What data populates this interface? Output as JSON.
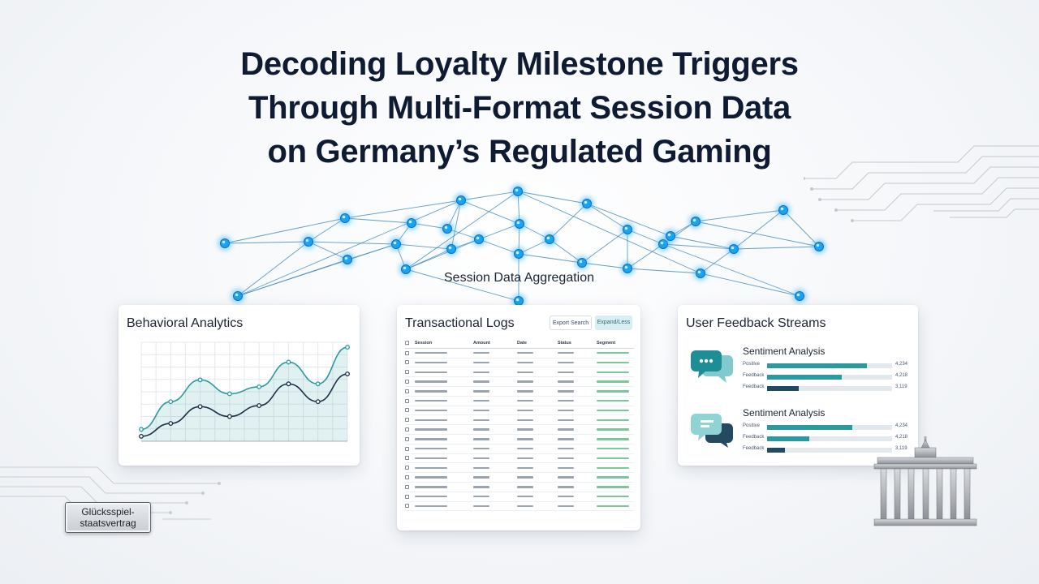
{
  "title": {
    "line1": "Decoding Loyalty Milestone Triggers",
    "line2": "Through Multi-Format Session Data",
    "line3": "on Germany’s Regulated Gaming"
  },
  "network": {
    "label": "Session Data Aggregation"
  },
  "cards": {
    "behavioral": {
      "title": "Behavioral Analytics"
    },
    "transactional": {
      "title": "Transactional Logs",
      "button1": "Export Search",
      "button2": "Expand/Less",
      "columns": [
        "Session",
        "Amount",
        "Date",
        "Status",
        "Segment"
      ]
    },
    "feedback": {
      "title": "User Feedback Streams",
      "group1": {
        "title": "Sentiment Analysis",
        "rows": [
          {
            "label": "Positive",
            "value": 0.8,
            "display": "4,234",
            "color": "#2a9a9f"
          },
          {
            "label": "Feedback",
            "value": 0.6,
            "display": "4,218",
            "color": "#2a9a9f"
          },
          {
            "label": "Feedback",
            "value": 0.25,
            "display": "3,119",
            "color": "#1f4a66"
          }
        ]
      },
      "group2": {
        "title": "Sentiment Analysis",
        "rows": [
          {
            "label": "Positive",
            "value": 0.68,
            "display": "4,234",
            "color": "#2a9a9f"
          },
          {
            "label": "Feedback",
            "value": 0.34,
            "display": "4,218",
            "color": "#2a9a9f"
          },
          {
            "label": "Feedback",
            "value": 0.14,
            "display": "3,119",
            "color": "#1f4a66"
          }
        ]
      }
    }
  },
  "badge": {
    "line1": "Glücksspiel-",
    "line2": "staatsvertrag"
  },
  "colors": {
    "accent": "#2a9a9f",
    "dark": "#1c2f45",
    "node": "#19a7f0"
  },
  "chart_data": {
    "type": "line",
    "x": [
      0,
      1,
      2,
      3,
      4,
      5,
      6,
      7
    ],
    "series": [
      {
        "values": [
          12,
          40,
          62,
          48,
          55,
          80,
          58,
          95
        ]
      },
      {
        "values": [
          5,
          18,
          35,
          25,
          36,
          58,
          40,
          68
        ]
      }
    ],
    "ylim": [
      0,
      100
    ]
  }
}
